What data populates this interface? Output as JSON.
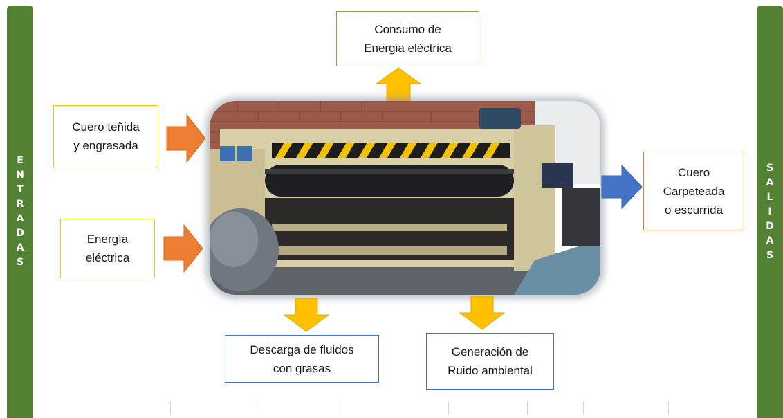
{
  "left_bar": {
    "label": "ENTRADAS",
    "color": "#548235"
  },
  "right_bar": {
    "label": "SALIDAS",
    "color": "#548235"
  },
  "inputs": [
    {
      "lines": [
        "Cuero teñida",
        "y engrasada"
      ],
      "border": "#ffc000"
    },
    {
      "lines": [
        "Energía",
        "eléctrica"
      ],
      "border": "#ffc000"
    }
  ],
  "outputs": {
    "top": {
      "lines": [
        "Consumo de",
        "Energia eléctrica"
      ],
      "border": "#70ad47"
    },
    "right": {
      "lines": [
        "Cuero",
        "Carpeteada",
        "o escurrida"
      ],
      "border": "#ed7d31"
    },
    "bottom_left": {
      "lines": [
        "Descarga de fluidos",
        "con grasas"
      ],
      "border": "#4472c4"
    },
    "bottom_right": {
      "lines": [
        "Generación de",
        "Ruido ambiental"
      ],
      "border": "#4472c4"
    }
  },
  "arrow_colors": {
    "input": "#ed7d31",
    "output_down_up": "#ffc000",
    "output_right": "#4472c4"
  },
  "photo": {
    "subject": "leather setting-out machine"
  }
}
